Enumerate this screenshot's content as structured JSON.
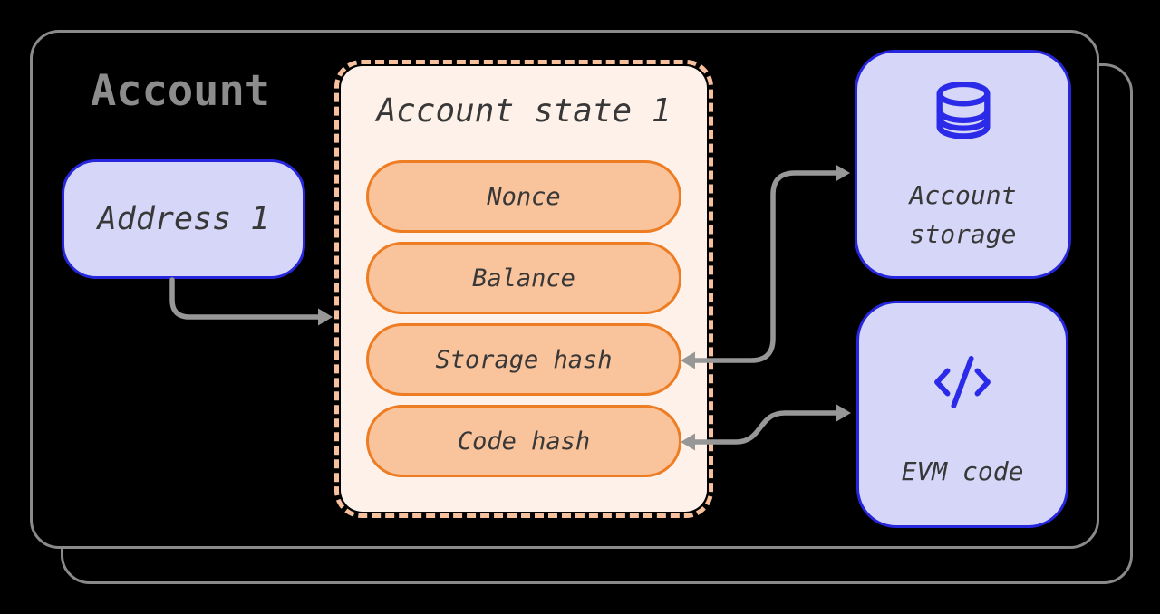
{
  "diagram": {
    "title": "Account",
    "address_box": {
      "label": "Address 1"
    },
    "state_box": {
      "title": "Account state 1",
      "fields": [
        "Nonce",
        "Balance",
        "Storage hash",
        "Code hash"
      ]
    },
    "storage_box": {
      "icon": "database-icon",
      "label_lines": [
        "Account",
        "storage"
      ]
    },
    "evm_box": {
      "icon": "code-slash-icon",
      "label": "EVM code"
    },
    "connectors": [
      {
        "from": "address-box",
        "to": "account-state-box",
        "direction": "one-way"
      },
      {
        "from": "storage-hash-field",
        "to": "account-storage-box",
        "direction": "two-way"
      },
      {
        "from": "code-hash-field",
        "to": "evm-code-box",
        "direction": "two-way"
      }
    ]
  },
  "colors": {
    "bg": "#000000",
    "card-border": "#8a8a8a",
    "title-gray": "#8c8c8c",
    "arrow": "#979797",
    "lavender": "#d6d6f8",
    "blue": "#2626dd",
    "icon-blue": "#2a2ae8",
    "cream": "#fdf1e9",
    "dash": "#f7c19d",
    "pill-fill": "#f9c39c",
    "pill-border": "#ee7c22",
    "text-dark": "#383838"
  }
}
